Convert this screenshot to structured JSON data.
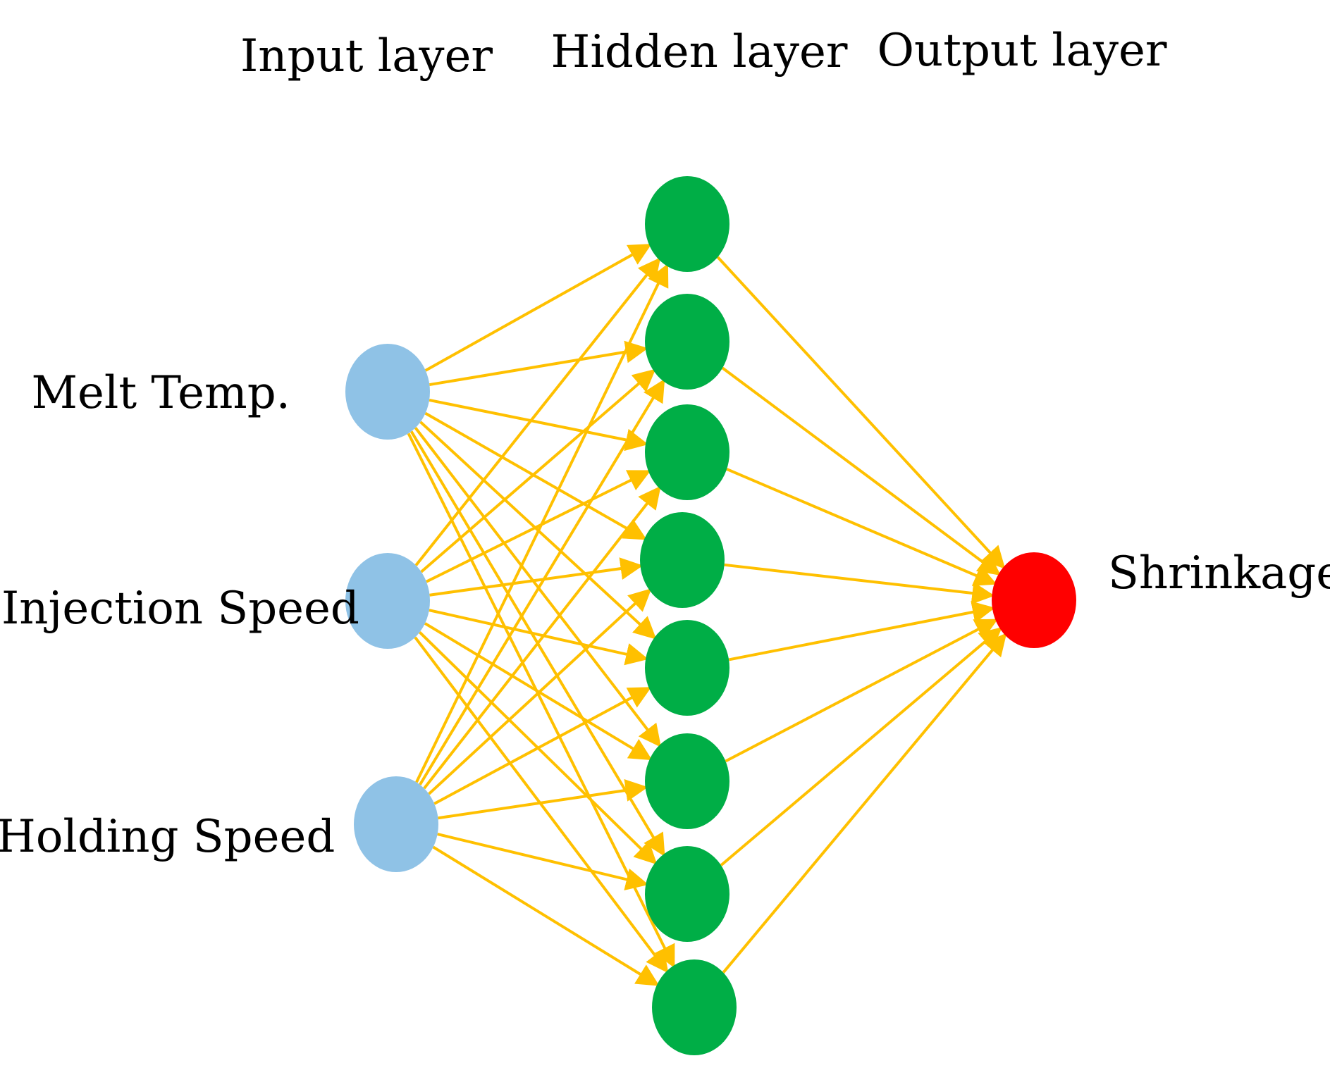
{
  "headers": {
    "input": "Input layer",
    "hidden": "Hidden layer",
    "output": "Output layer"
  },
  "inputs": [
    "Melt Temp.",
    "Injection Speed",
    "Holding Speed"
  ],
  "hidden_count": 8,
  "output": "Shrinkage",
  "colors": {
    "input_node": "#8fc2e6",
    "hidden_node": "#00ae46",
    "output_node": "#ff0000",
    "edge": "#ffc000"
  }
}
